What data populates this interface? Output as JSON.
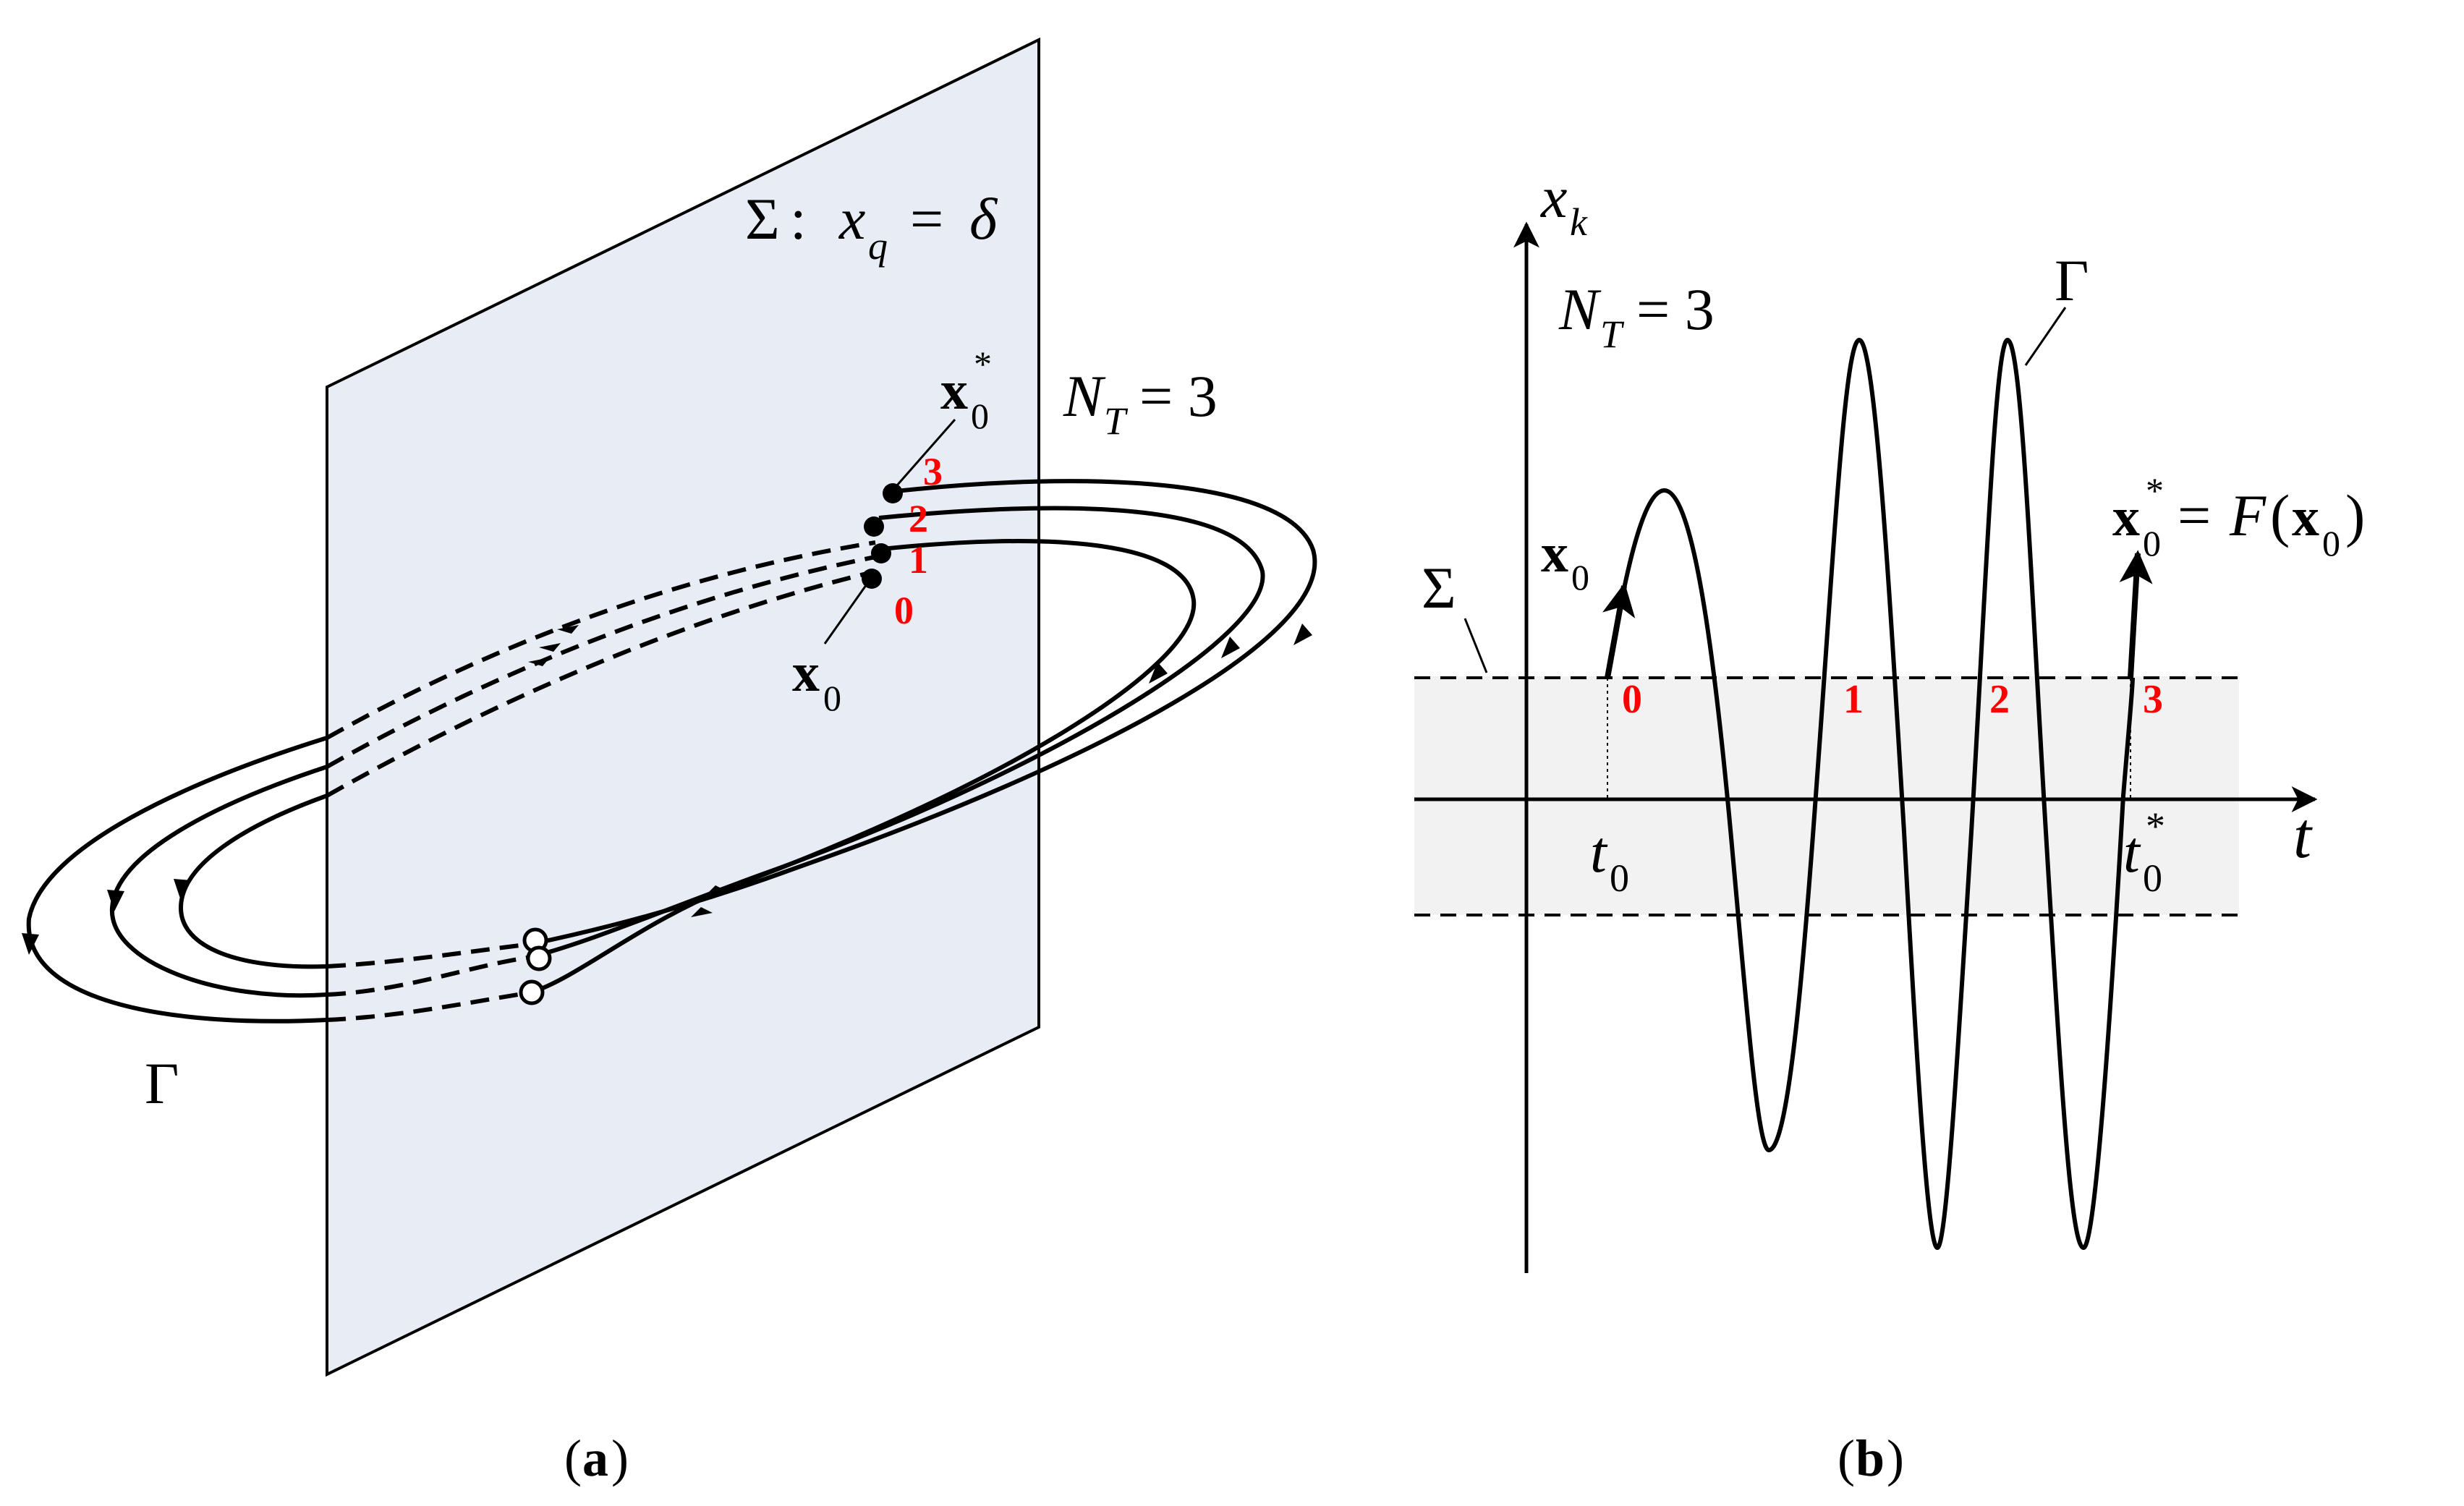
{
  "colors": {
    "plane_fill": "#e8edf5",
    "band_fill": "#f2f2f2",
    "stroke": "#000000",
    "crossing_label": "#ff0000"
  },
  "panel_a": {
    "caption_open": "(",
    "caption_letter": "a",
    "caption_close": ")",
    "plane": {
      "sigma": "Σ",
      "colon": ":",
      "x": "x",
      "x_sub": "q",
      "equals": "=",
      "delta": "δ"
    },
    "nt": {
      "N": "N",
      "sub": "T",
      "eq": "= 3"
    },
    "star_point": {
      "x": "x",
      "sub": "0",
      "sup": "*"
    },
    "start_point": {
      "x": "x",
      "sub": "0"
    },
    "crossings": [
      "0",
      "1",
      "2",
      "3"
    ],
    "gamma": "Γ"
  },
  "panel_b": {
    "caption_open": "(",
    "caption_letter": "b",
    "caption_close": ")",
    "y_axis": {
      "x": "x",
      "sub": "k"
    },
    "x_axis": "t",
    "nt": {
      "N": "N",
      "sub": "T",
      "eq": "= 3"
    },
    "sigma": "Σ",
    "gamma": "Γ",
    "start_point": {
      "x": "x",
      "sub": "0"
    },
    "map": {
      "x": "x",
      "sub": "0",
      "sup": "*",
      "eq": "=",
      "F": "F",
      "paren_open": "(",
      "x2": "x",
      "sub2": "0",
      "paren_close": ")"
    },
    "t0": {
      "t": "t",
      "sub": "0"
    },
    "t0star": {
      "t": "t",
      "sub": "0",
      "sup": "*"
    },
    "crossings": [
      "0",
      "1",
      "2",
      "3"
    ]
  }
}
